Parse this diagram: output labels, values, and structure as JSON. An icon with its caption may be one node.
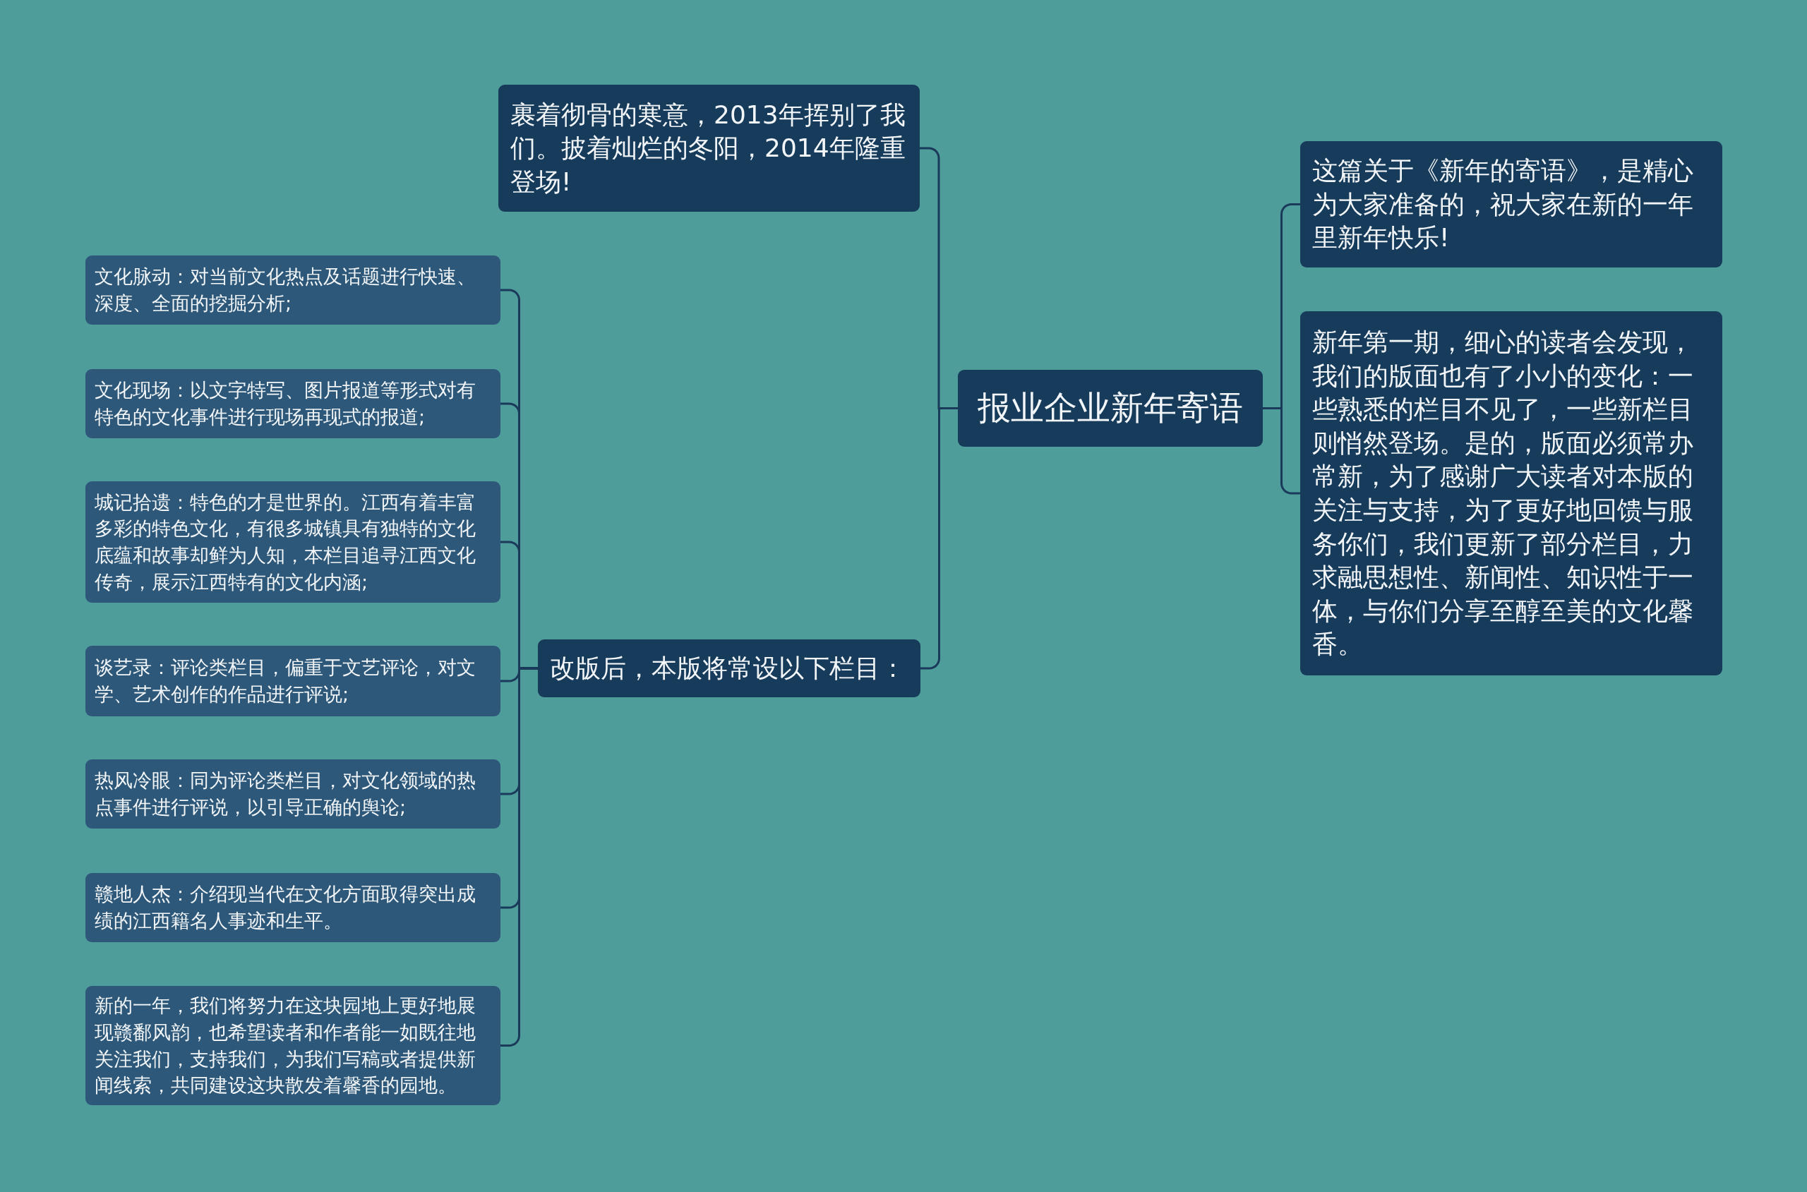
{
  "diagram": {
    "nodes": [
      {
        "text": [
          "报业企业新年寄语"
        ]
      },
      {
        "text": [
          "裹着彻骨的寒意，2013年挥别了我们。披着灿烂的冬阳，2014年隆重登场!"
        ]
      },
      {
        "text": [
          "改版后，本版将常设以下栏目："
        ]
      },
      {
        "text": [
          "文化脉动：对当前文化热点及话题进行快速、深度、全面的挖掘分析;"
        ]
      },
      {
        "text": [
          "文化现场：以文字特写、图片报道等形式对有特色的文化事件进行现场再现式的报道;"
        ]
      },
      {
        "text": [
          "城记拾遗：特色的才是世界的。江西有着丰富多彩的特色文化，有很多城镇具有独特的文化底蕴和故事却鲜为人知，本栏目追寻江西文化传奇，展示江西特有的文化内涵;"
        ]
      },
      {
        "text": [
          "谈艺录：评论类栏目，偏重于文艺评论，对文学、艺术创作的作品进行评说;"
        ]
      },
      {
        "text": [
          "热风冷眼：同为评论类栏目，对文化领域的热点事件进行评说，以引导正确的舆论;"
        ]
      },
      {
        "text": [
          "赣地人杰：介绍现当代在文化方面取得突出成绩的江西籍名人事迹和生平。"
        ]
      },
      {
        "text": [
          "新的一年，我们将努力在这块园地上更好地展现赣鄱风韵，也希望读者和作者能一如既往地关注我们，支持我们，为我们写稿或者提供新闻线索，共同建设这块散发着馨香的园地。"
        ]
      },
      {
        "text": [
          "这篇关于《新年的寄语》，是精心为大家准备的，祝大家在新的一年里新年快乐!"
        ]
      },
      {
        "text": [
          "新年第一期，细心的读者会发现，我们的版面也有了小小的变化：一些熟悉的栏目不见了，一些新栏目则悄然登场。是的，版面必须常办常新，为了感谢广大读者对本版的关注与支持，为了更好地回馈与服务你们，我们更新了部分栏目，力求融思想性、新闻性、知识性于一体，与你们分享至醇至美的文化馨香。"
        ]
      }
    ],
    "edges": [
      {
        "from": 0,
        "to": 1,
        "arrow": "none"
      },
      {
        "from": 0,
        "to": 2,
        "arrow": "none"
      },
      {
        "from": 2,
        "to": 3,
        "arrow": "none"
      },
      {
        "from": 2,
        "to": 4,
        "arrow": "none"
      },
      {
        "from": 2,
        "to": 5,
        "arrow": "none"
      },
      {
        "from": 2,
        "to": 6,
        "arrow": "none"
      },
      {
        "from": 2,
        "to": 7,
        "arrow": "none"
      },
      {
        "from": 2,
        "to": 8,
        "arrow": "none"
      },
      {
        "from": 2,
        "to": 9,
        "arrow": "none"
      },
      {
        "from": 0,
        "to": 10,
        "arrow": "none"
      },
      {
        "from": 0,
        "to": 11,
        "arrow": "none"
      }
    ]
  }
}
